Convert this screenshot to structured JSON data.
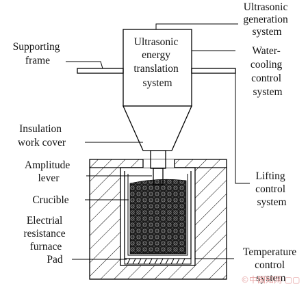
{
  "labels": {
    "ultrasonic_generation": [
      "Ultrasonic",
      "generation",
      "system"
    ],
    "energy_translation": [
      "Ultrasonic",
      "energy",
      "translation",
      "system"
    ],
    "supporting_frame": [
      "Supporting",
      "frame"
    ],
    "water_cooling": [
      "Water-",
      "cooling",
      "control",
      "system"
    ],
    "insulation_cover": [
      "Insulation",
      "work cover"
    ],
    "amplitude_lever": [
      "Amplitude",
      "lever"
    ],
    "crucible": [
      "Crucible"
    ],
    "electrical_furnace": [
      "Electrial",
      "resistance",
      "furnace"
    ],
    "pad": [
      "Pad"
    ],
    "lifting_control": [
      "Lifting",
      "control",
      "system"
    ],
    "temperature_control": [
      "Temperature",
      "control",
      "system"
    ]
  },
  "watermark": "©中国知网 ▢▢"
}
